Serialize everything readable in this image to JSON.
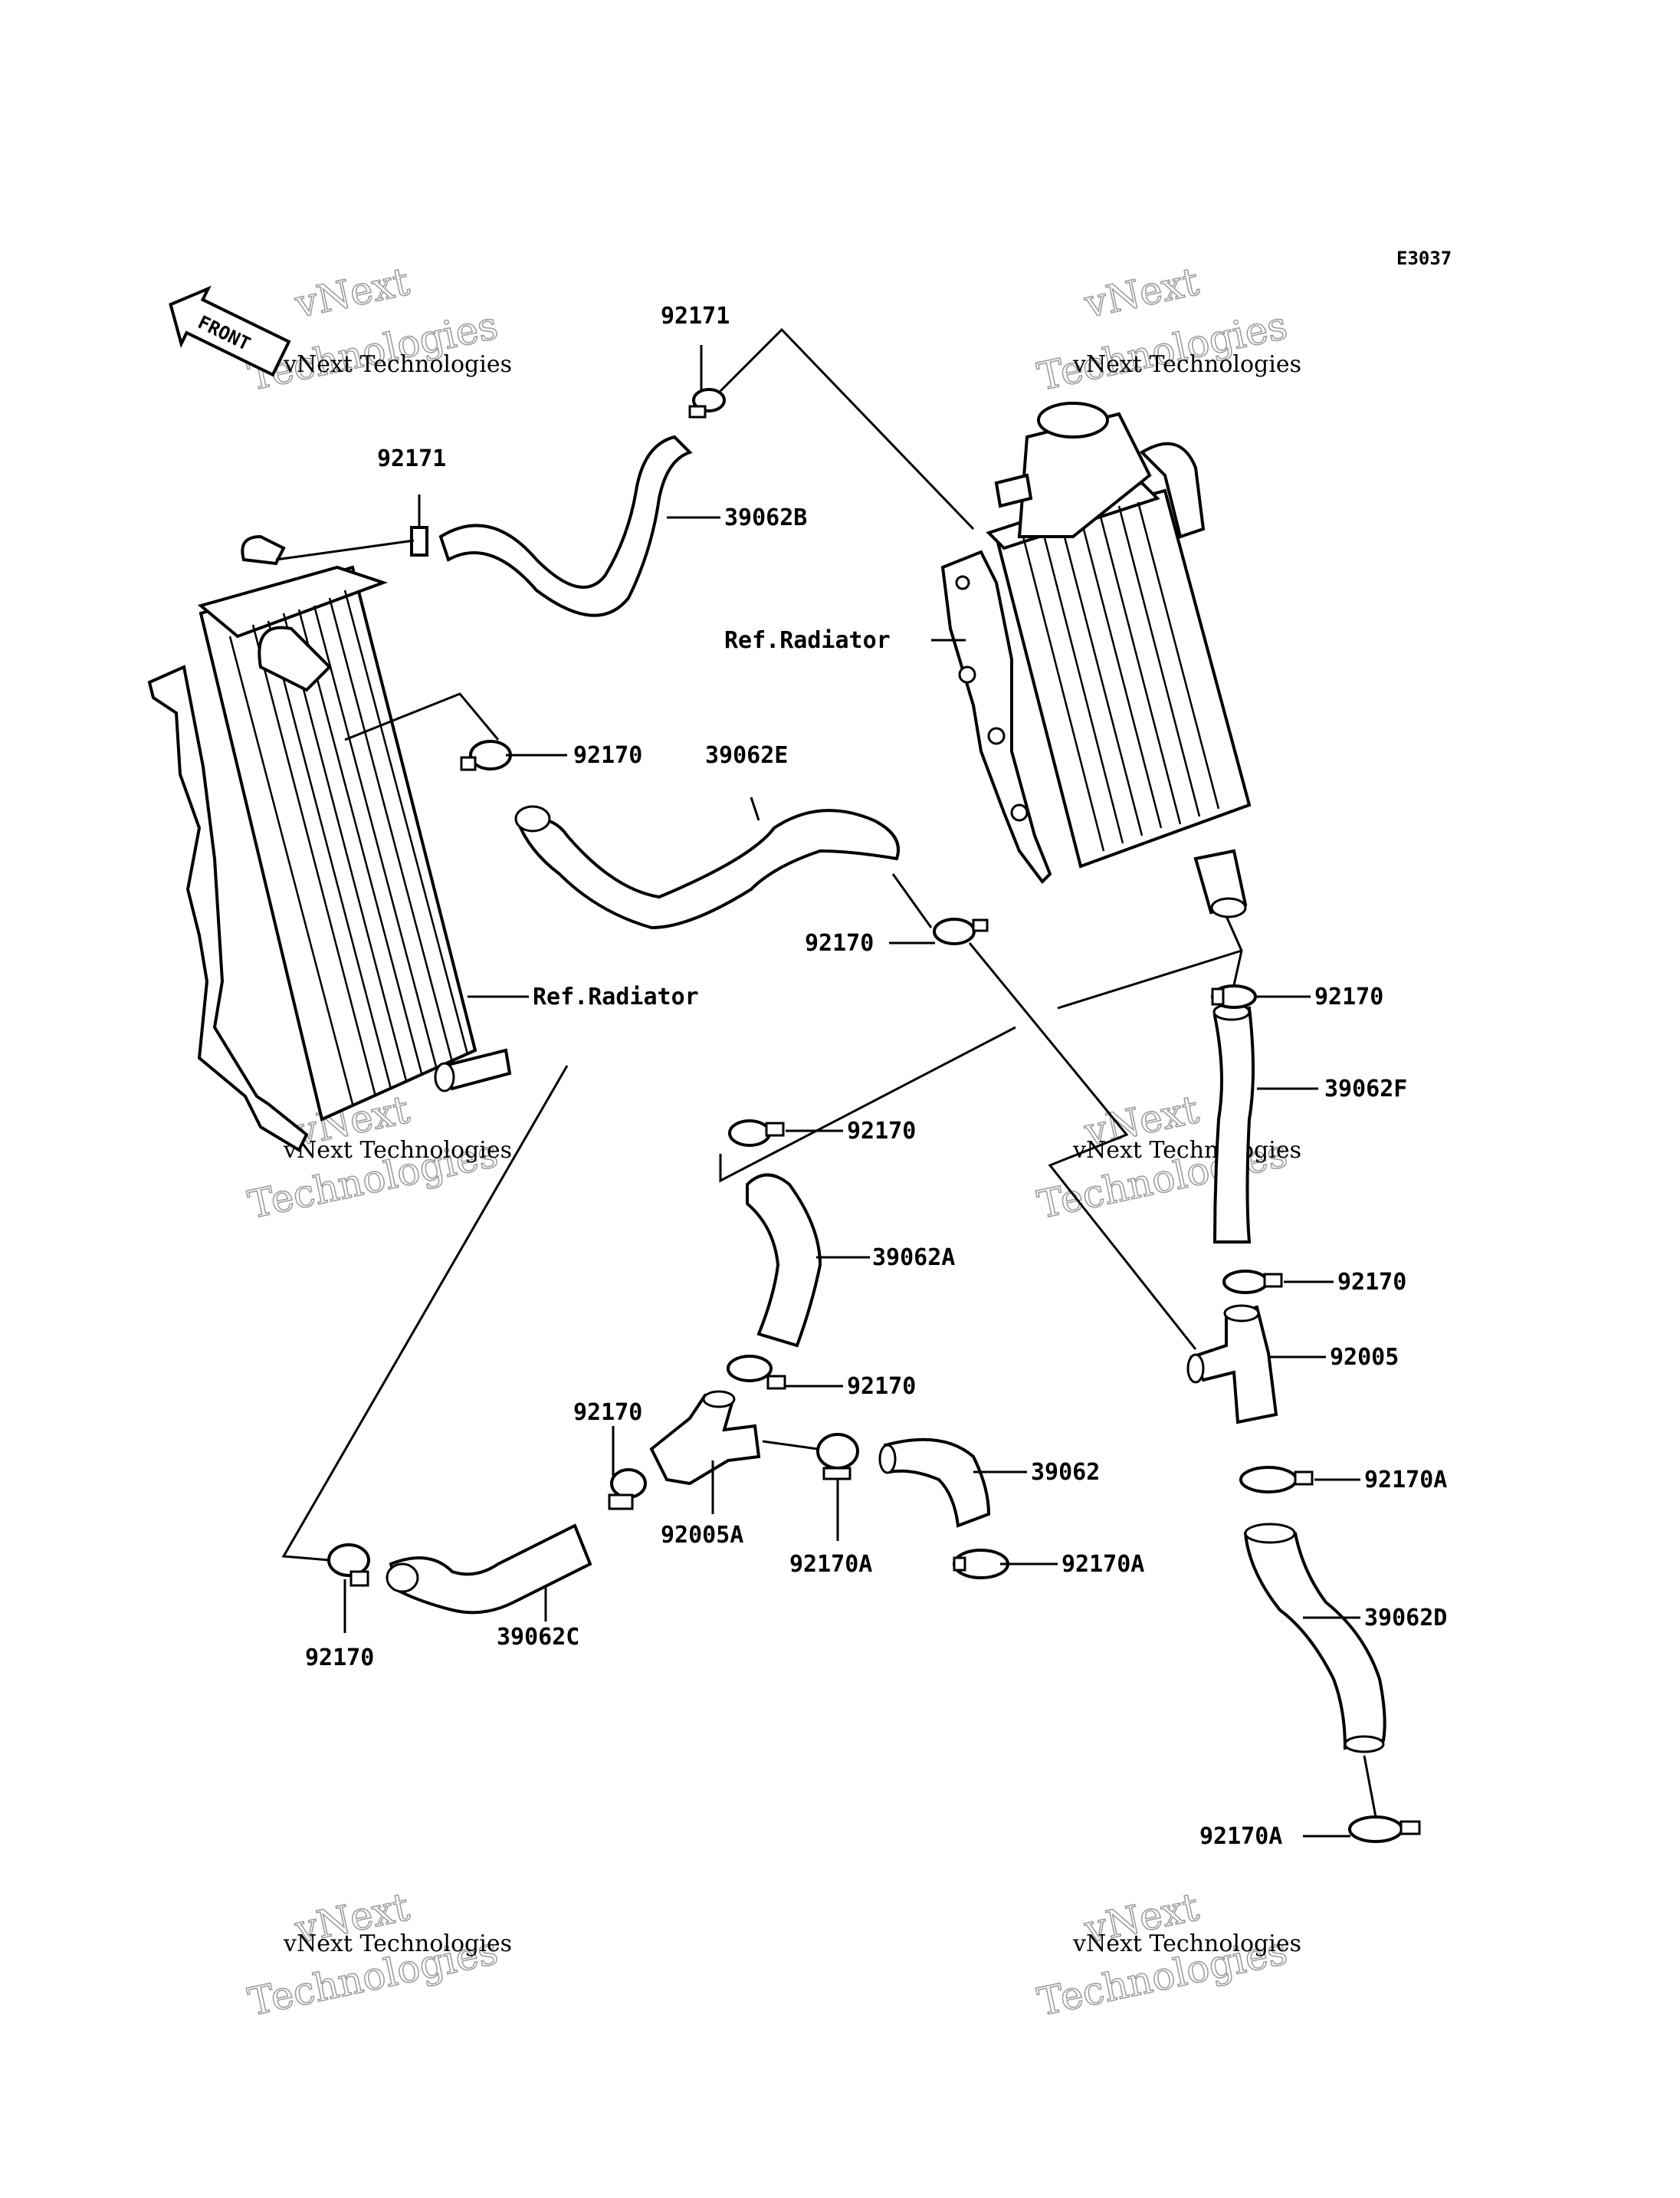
{
  "diagram_code": "E3037",
  "front_label": "FRONT",
  "watermark": {
    "line1": "vNext",
    "line2": "Technologies",
    "small": "vNext Technologies"
  },
  "labels": {
    "clamp_92171_top": "92171",
    "clamp_92171_left": "92171",
    "hose_39062B": "39062B",
    "ref_radiator_right": "Ref.Radiator",
    "clamp_92170_upper_left": "92170",
    "hose_39062E": "39062E",
    "clamp_92170_mid": "92170",
    "ref_radiator_left": "Ref.Radiator",
    "clamp_92170_right_radiator": "92170",
    "hose_39062F": "39062F",
    "clamp_92170_upper_center": "92170",
    "hose_39062A": "39062A",
    "clamp_92170_right_lower": "92170",
    "joint_92005": "92005",
    "clamp_92170_center_lower": "92170",
    "clamp_92170_left_joint": "92170",
    "hose_39062": "39062",
    "clamp_92170A_right": "92170A",
    "joint_92005A": "92005A",
    "clamp_92170A_center": "92170A",
    "clamp_92170A_lower": "92170A",
    "hose_39062D": "39062D",
    "clamp_92170_bottom_left": "92170",
    "hose_39062C": "39062C",
    "clamp_92170A_bottom": "92170A"
  }
}
